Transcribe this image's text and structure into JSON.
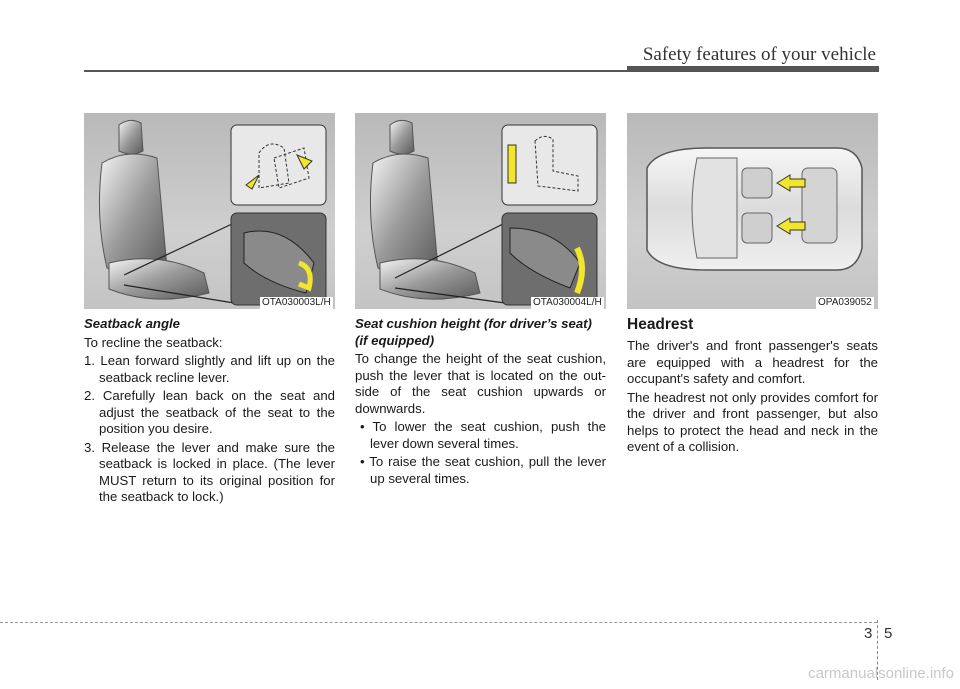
{
  "header": {
    "title": "Safety features of your vehicle"
  },
  "figures": [
    {
      "code": "OTA030003L/H"
    },
    {
      "code": "OTA030004L/H"
    },
    {
      "code": "OPA039052"
    }
  ],
  "seatback": {
    "heading": "Seatback angle",
    "intro": "To recline the seatback:",
    "steps": [
      "1. Lean forward slightly and lift up on the seatback recline lever.",
      "2. Carefully lean back on the seat and adjust the seatback of the seat to the position you desire.",
      "3. Release the lever and make sure the seatback is locked in place. (The lever MUST return to its original position for the seatback to lock.)"
    ]
  },
  "cushion": {
    "heading": "Seat cushion height (for driver’s seat) (if equipped)",
    "intro": "To change the height of the seat cushion, push the lever that is located on the out-side of the seat cushion upwards or downwards.",
    "bullets": [
      "• To lower the seat cushion, push the lever down several times.",
      "• To raise the seat cushion, pull the lever up several times."
    ]
  },
  "headrest": {
    "heading": "Headrest",
    "paragraphs": [
      "The driver's and front passenger's seats are equipped with a headrest for the occupant's safety and comfort.",
      "The headrest not only provides comfort for the driver and front passenger, but also helps to protect the head and neck in the event of a collision."
    ]
  },
  "page": {
    "chapter": "3",
    "number": "5"
  },
  "watermark": "carmanualsonline.info",
  "colors": {
    "arrow": "#f2e52a",
    "figure_bg": "#c4c4c4"
  }
}
